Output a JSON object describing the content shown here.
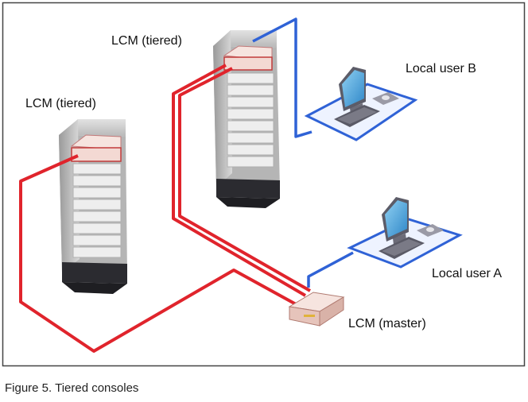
{
  "diagram": {
    "labels": {
      "lcm_tiered_right": "LCM (tiered)",
      "lcm_tiered_left": "LCM (tiered)",
      "local_user_b": "Local user B",
      "local_user_a": "Local user A",
      "lcm_master": "LCM (master)"
    },
    "caption": "Figure 5. Tiered consoles",
    "colors": {
      "red_cable": "#e0242c",
      "blue_cable": "#2f62d6",
      "rack_body": "#c9c9c9",
      "rack_base": "#2b2b30",
      "unit_face": "#eeeeee",
      "lcm_unit": "#f3d9d3",
      "border": "#444444"
    }
  }
}
